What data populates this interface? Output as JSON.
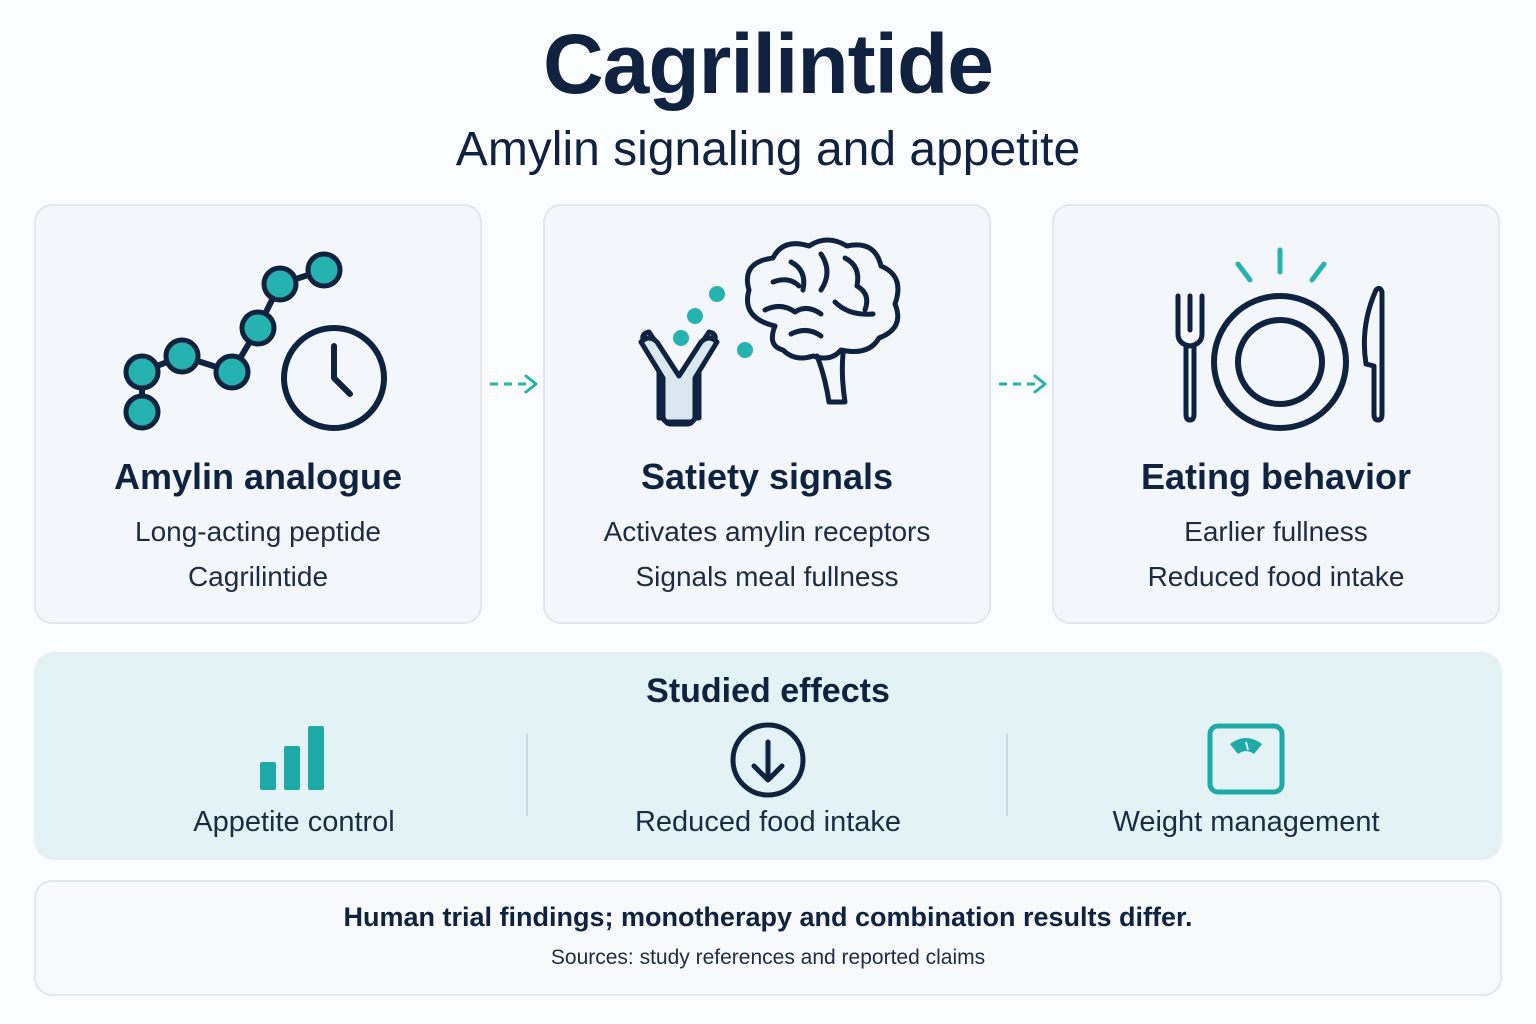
{
  "header": {
    "title": "Cagrilintide",
    "subtitle": "Amylin signaling and appetite"
  },
  "cards": [
    {
      "icon": "peptide-chain-clock-icon",
      "title": "Amylin analogue",
      "lines": [
        "Long-acting peptide",
        "Cagrilintide"
      ]
    },
    {
      "icon": "receptor-brain-icon",
      "title": "Satiety signals",
      "lines": [
        "Activates amylin receptors",
        "Signals meal fullness"
      ]
    },
    {
      "icon": "plate-fork-knife-icon",
      "title": "Eating behavior",
      "lines": [
        "Earlier fullness",
        "Reduced food intake"
      ]
    }
  ],
  "effects": {
    "title": "Studied effects",
    "items": [
      {
        "icon": "bar-chart-icon",
        "label": "Appetite control"
      },
      {
        "icon": "down-arrow-circle-icon",
        "label": "Reduced food intake"
      },
      {
        "icon": "scale-icon",
        "label": "Weight management"
      }
    ]
  },
  "footer": {
    "note": "Human trial findings; monotherapy and combination results differ.",
    "sources": "Sources: study references and reported claims"
  },
  "colors": {
    "navy": "#0f2340",
    "teal": "#26b3b0",
    "teal_dark": "#1a9a98",
    "card_bg": "#f3f6fa",
    "effects_bg": "#e3f2f5"
  }
}
